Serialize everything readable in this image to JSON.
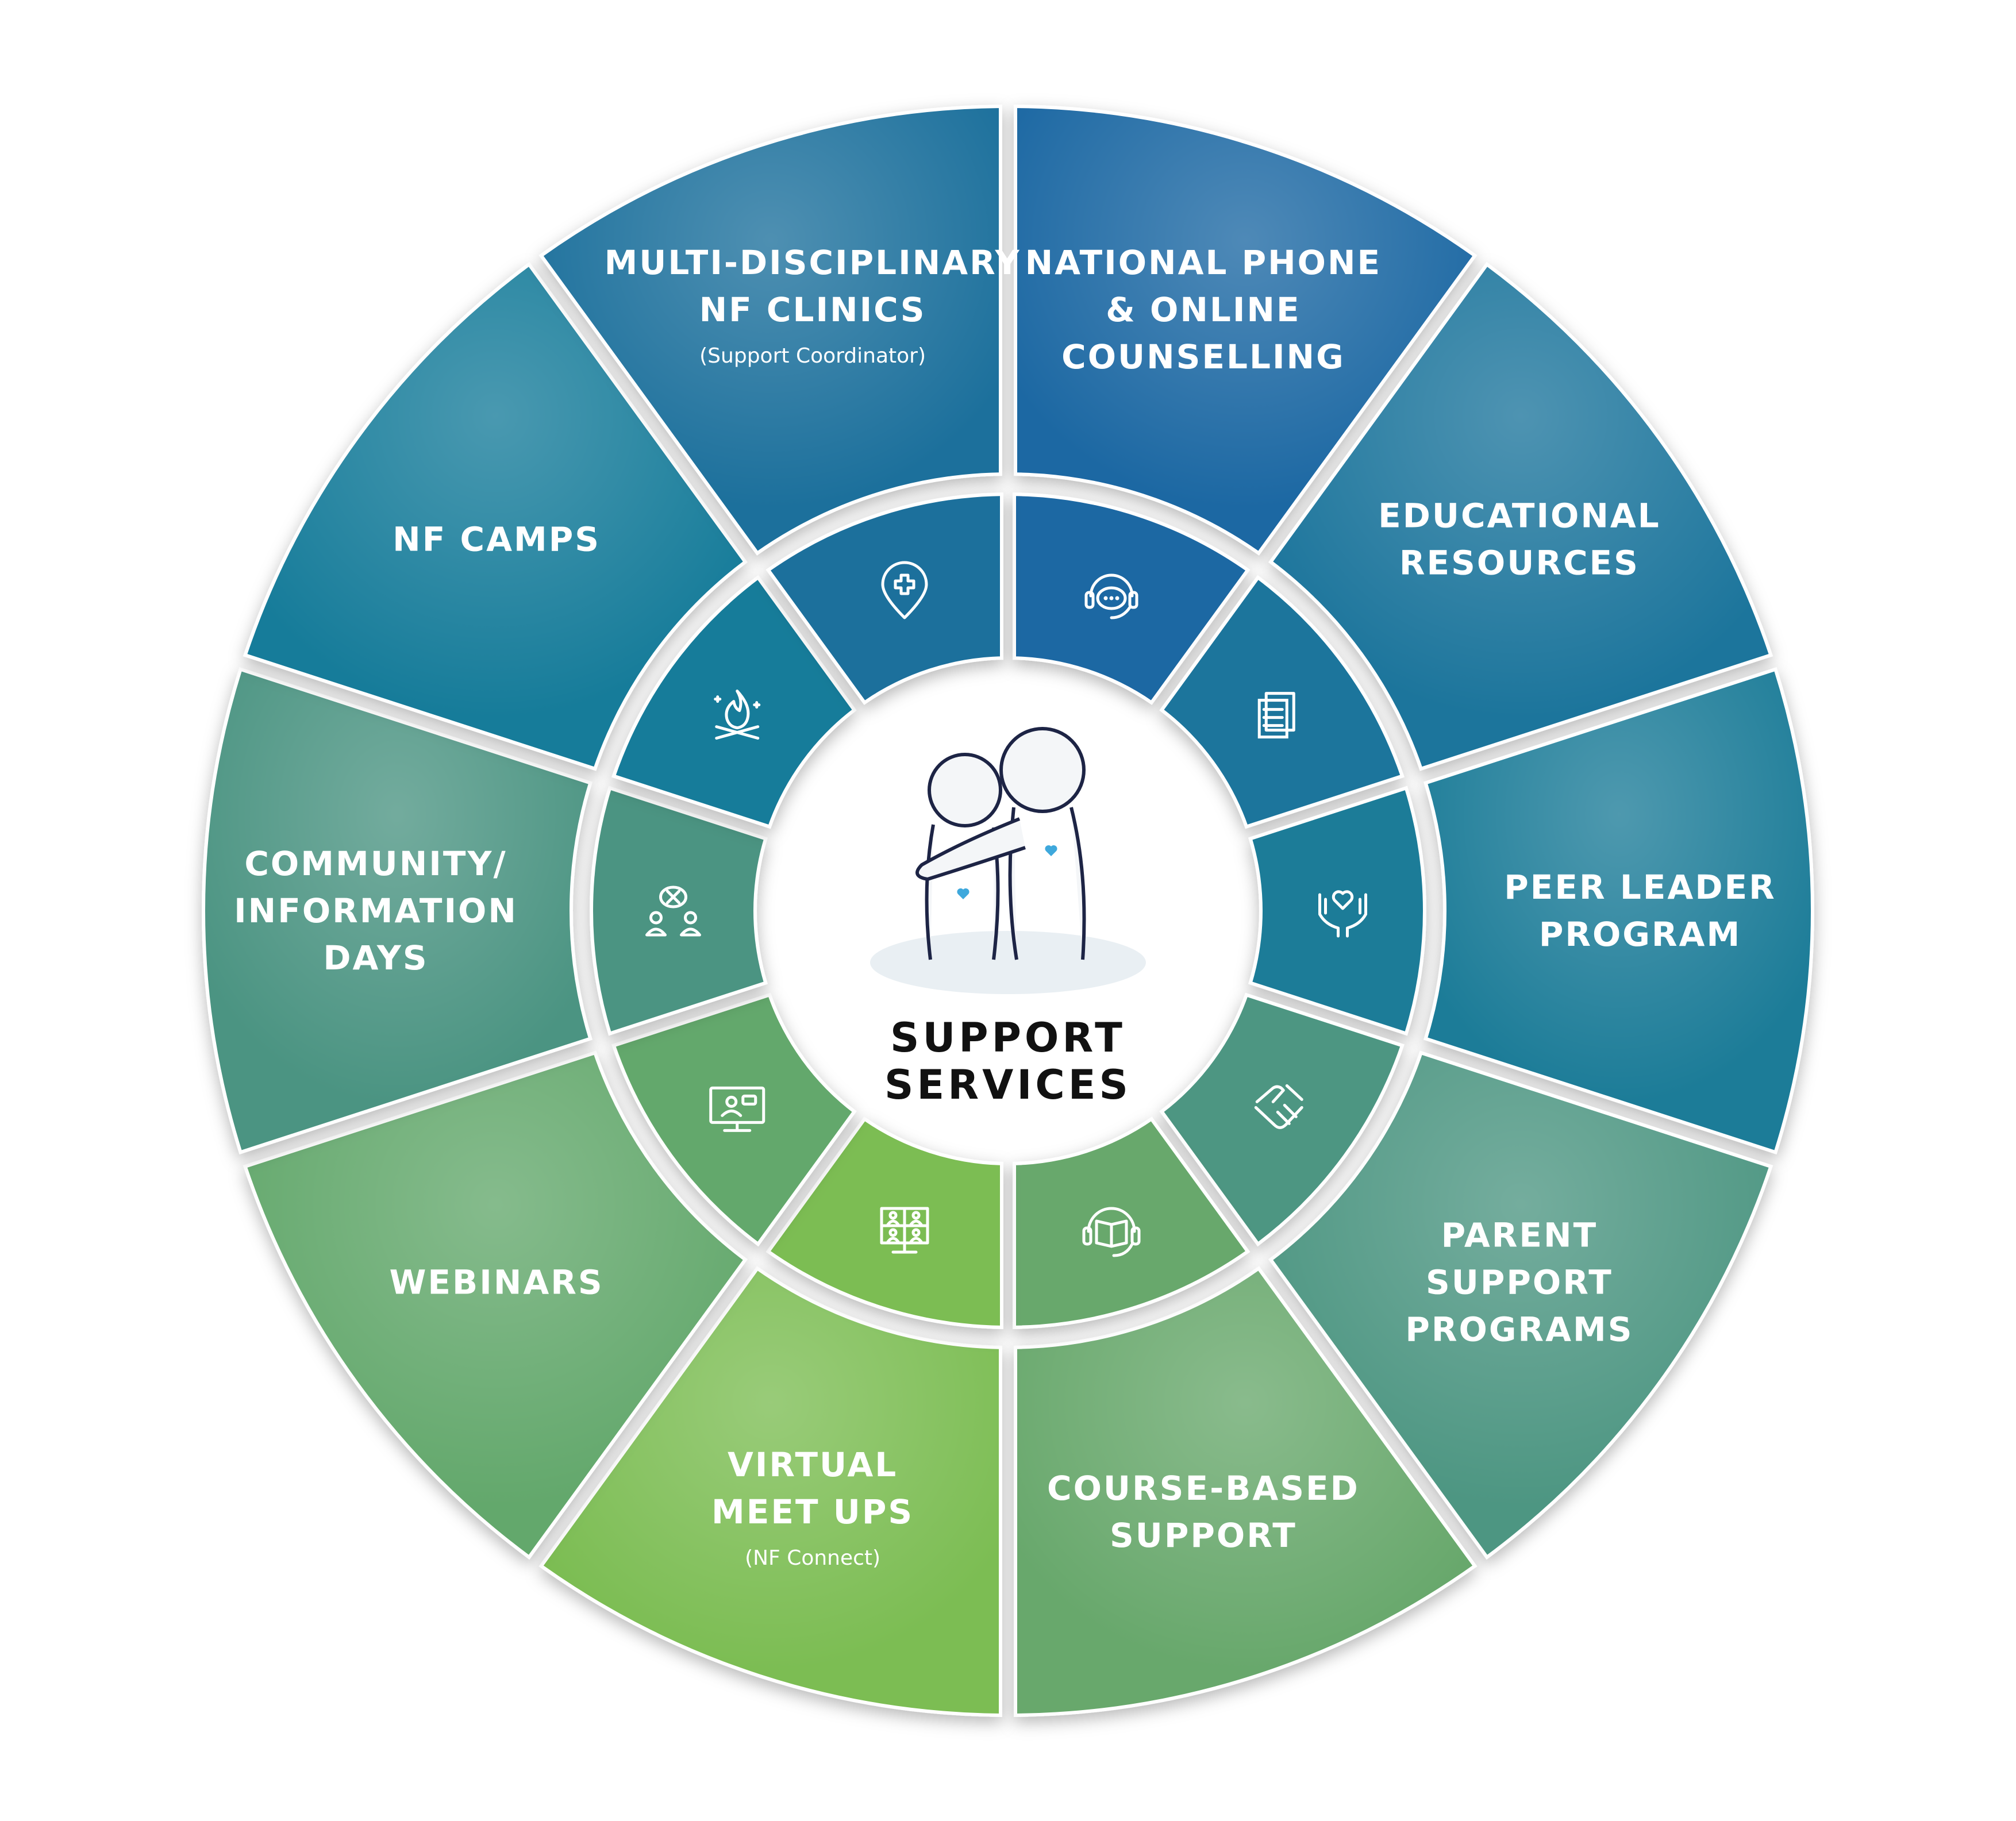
{
  "center": {
    "title_line1": "SUPPORT",
    "title_line2": "SERVICES"
  },
  "segments": [
    {
      "lines": [
        "NATIONAL PHONE",
        "& ONLINE",
        "COUNSELLING"
      ],
      "sub": "",
      "color": "#1f67a3",
      "icon": "headset-chat-icon"
    },
    {
      "lines": [
        "EDUCATIONAL",
        "RESOURCES"
      ],
      "sub": "",
      "color": "#1b759c",
      "icon": "documents-icon"
    },
    {
      "lines": [
        "PEER LEADER",
        "PROGRAM"
      ],
      "sub": "",
      "color": "#1a7c98",
      "icon": "hands-heart-icon"
    },
    {
      "lines": [
        "PARENT",
        "SUPPORT",
        "PROGRAMS"
      ],
      "sub": "",
      "color": "#4e9682",
      "icon": "handshake-icon"
    },
    {
      "lines": [
        "COURSE-BASED",
        "SUPPORT"
      ],
      "sub": "",
      "color": "#68a86c",
      "icon": "headset-book-icon"
    },
    {
      "lines": [
        "VIRTUAL",
        "MEET UPS"
      ],
      "sub": "(NF Connect)",
      "color": "#7bbd52",
      "icon": "video-grid-icon"
    },
    {
      "lines": [
        "WEBINARS"
      ],
      "sub": "",
      "color": "#64a86c",
      "icon": "monitor-presenter-icon"
    },
    {
      "lines": [
        "COMMUNITY/",
        "INFORMATION",
        "DAYS"
      ],
      "sub": "",
      "color": "#4b9482",
      "icon": "community-chat-icon"
    },
    {
      "lines": [
        "NF CAMPS"
      ],
      "sub": "",
      "color": "#197c9a",
      "icon": "campfire-icon"
    },
    {
      "lines": [
        "MULTI-DISCIPLINARY",
        "NF CLINICS"
      ],
      "sub": "(Support Coordinator)",
      "color": "#1b6f9c",
      "icon": "medical-pin-icon"
    }
  ]
}
